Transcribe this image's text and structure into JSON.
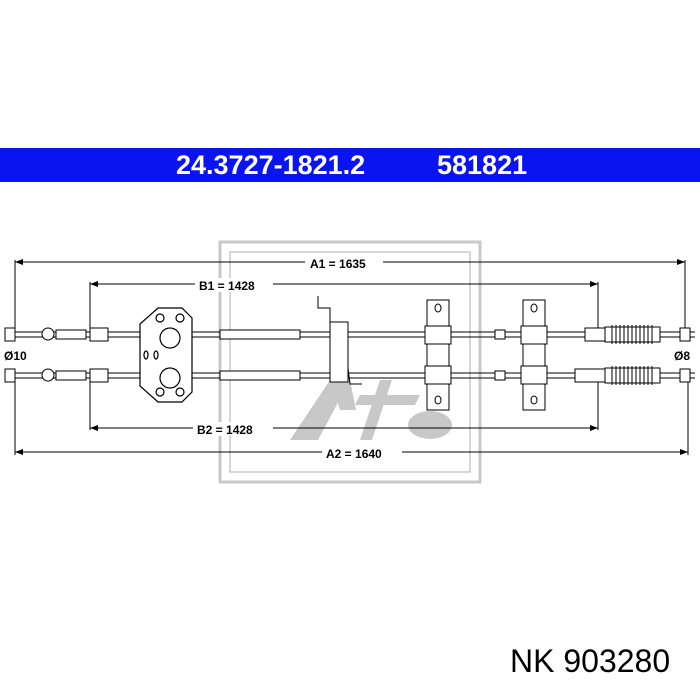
{
  "header": {
    "part_number": "24.3727-1821.2",
    "alt_number": "581821",
    "band_color": "#0a14f0"
  },
  "dimensions": {
    "a1": "A1 = 1635",
    "b1": "B1 = 1428",
    "b2": "B2 = 1428",
    "a2": "A2 = 1640",
    "left_diameter": "Ø10",
    "right_diameter": "Ø8"
  },
  "watermark": {
    "logo_text": "Ate"
  },
  "footer": {
    "brand": "NK",
    "number": "903280"
  }
}
